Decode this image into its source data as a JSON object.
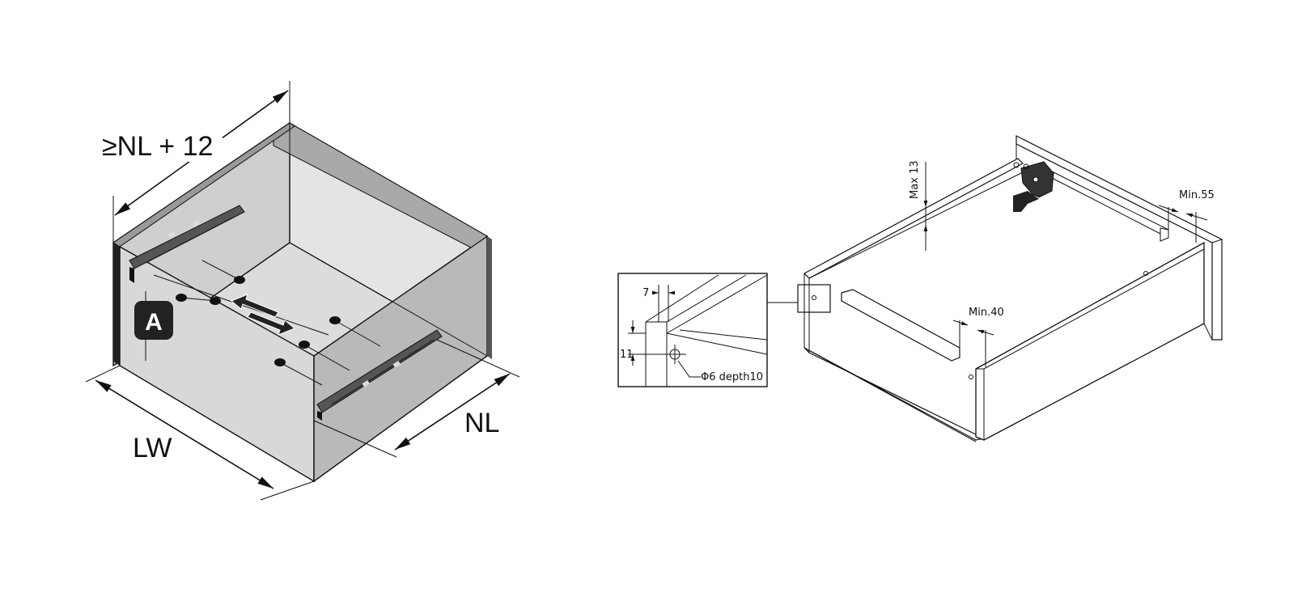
{
  "left_diagram": {
    "dim_top": "≥NL + 12",
    "dim_width": "LW",
    "dim_depth": "NL",
    "badge": "A"
  },
  "right_diagram": {
    "max_height": "Max 13",
    "min_back": "Min.55",
    "min_front": "Min.40"
  },
  "detail_inset": {
    "dim_top": "7",
    "dim_side": "11",
    "hole": "Φ6 depth10"
  }
}
